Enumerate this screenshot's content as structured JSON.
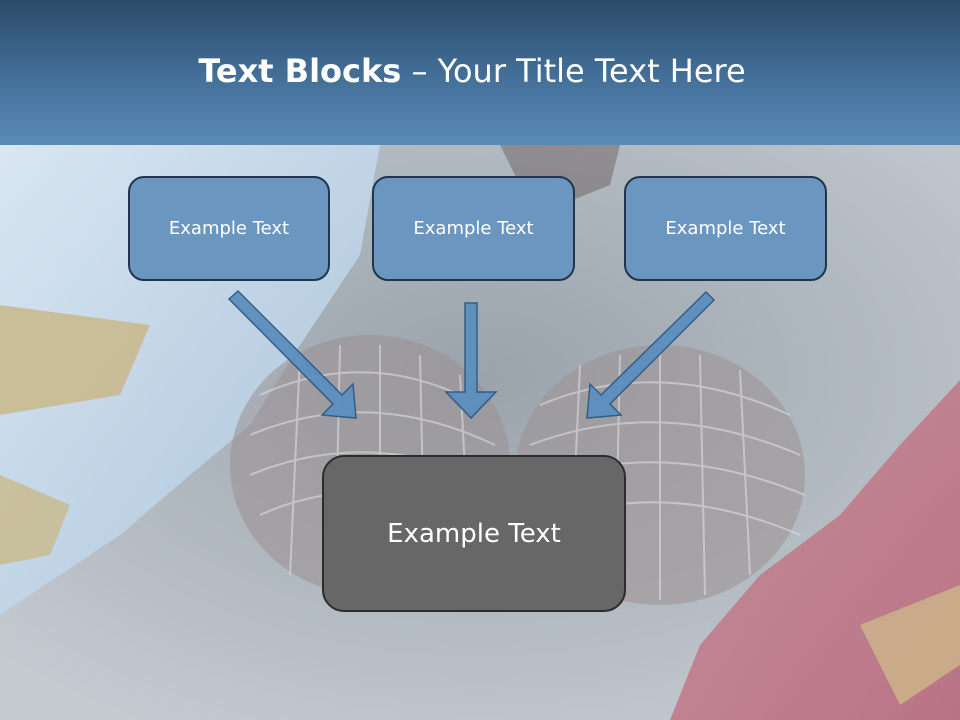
{
  "title": {
    "bold": "Text Blocks",
    "rest": " – Your Title Text Here"
  },
  "top_boxes": [
    {
      "label": "Example Text"
    },
    {
      "label": "Example Text"
    },
    {
      "label": "Example Text"
    }
  ],
  "bottom_box": {
    "label": "Example Text"
  },
  "colors": {
    "header": "#3f6a93",
    "box_fill": "#6a96bf",
    "box_border": "#1f3550",
    "center_box": "#676767",
    "arrow": "#5c8fbf"
  }
}
